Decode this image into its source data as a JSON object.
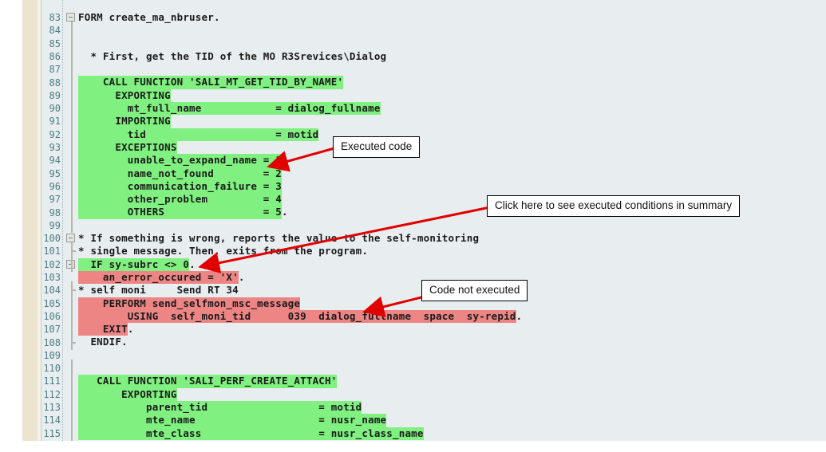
{
  "editor": {
    "name": "abap-code-coverage-view",
    "first_line_number": 83,
    "colors": {
      "executed": "#80f080",
      "not_executed": "#ee8585",
      "background": "#e8eef0",
      "gutter_text": "#4c7c84",
      "marker_strip": "#ece4cf"
    },
    "lines": [
      {
        "num": "83",
        "fold": "box",
        "segments": [
          {
            "text": "FORM create_ma_nbruser.",
            "hl": "none"
          }
        ]
      },
      {
        "num": "84",
        "fold": "spine",
        "segments": [
          {
            "text": "",
            "hl": "none"
          }
        ]
      },
      {
        "num": "85",
        "fold": "spine",
        "segments": [
          {
            "text": "",
            "hl": "none"
          }
        ]
      },
      {
        "num": "86",
        "fold": "spine",
        "segments": [
          {
            "text": "  * First, get the TID of the MO R3Srevices\\Dialog",
            "hl": "none"
          }
        ]
      },
      {
        "num": "87",
        "fold": "spine",
        "segments": [
          {
            "text": "",
            "hl": "none"
          }
        ]
      },
      {
        "num": "88",
        "fold": "spine",
        "segments": [
          {
            "text": "    CALL FUNCTION 'SALI_MT_GET_TID_BY_NAME'",
            "hl": "green"
          }
        ]
      },
      {
        "num": "89",
        "fold": "spine",
        "segments": [
          {
            "text": "      EXPORTING",
            "hl": "green"
          }
        ]
      },
      {
        "num": "90",
        "fold": "spine",
        "segments": [
          {
            "text": "        mt_full_name            = dialog_fullname",
            "hl": "green"
          }
        ]
      },
      {
        "num": "91",
        "fold": "spine",
        "segments": [
          {
            "text": "      IMPORTING",
            "hl": "green"
          }
        ]
      },
      {
        "num": "92",
        "fold": "spine",
        "segments": [
          {
            "text": "        tid                     = motid",
            "hl": "green"
          }
        ]
      },
      {
        "num": "93",
        "fold": "spine",
        "segments": [
          {
            "text": "      EXCEPTIONS",
            "hl": "green"
          }
        ]
      },
      {
        "num": "94",
        "fold": "spine",
        "segments": [
          {
            "text": "        unable_to_expand_name = 1",
            "hl": "green"
          }
        ]
      },
      {
        "num": "95",
        "fold": "spine",
        "segments": [
          {
            "text": "        name_not_found        = 2",
            "hl": "green"
          }
        ]
      },
      {
        "num": "96",
        "fold": "spine",
        "segments": [
          {
            "text": "        communication_failure = 3",
            "hl": "green"
          }
        ]
      },
      {
        "num": "97",
        "fold": "spine",
        "segments": [
          {
            "text": "        other_problem         = 4",
            "hl": "green"
          }
        ]
      },
      {
        "num": "98",
        "fold": "spine",
        "segments": [
          {
            "text": "        OTHERS                = 5",
            "hl": "green"
          },
          {
            "text": ".",
            "hl": "none"
          }
        ]
      },
      {
        "num": "99",
        "fold": "spine",
        "segments": [
          {
            "text": "",
            "hl": "none"
          }
        ]
      },
      {
        "num": "100",
        "fold": "box",
        "segments": [
          {
            "text": "* If something is wrong, reports the value to the self-monitoring",
            "hl": "none"
          }
        ]
      },
      {
        "num": "101",
        "fold": "tick",
        "segments": [
          {
            "text": "* single message. Then, exits from the program.",
            "hl": "none"
          }
        ]
      },
      {
        "num": "102",
        "fold": "box",
        "segments": [
          {
            "text": "  IF sy-subrc <> 0",
            "hl": "green"
          },
          {
            "text": ".",
            "hl": "none"
          }
        ]
      },
      {
        "num": "103",
        "fold": "spine",
        "segments": [
          {
            "text": "    an_error_occured = 'X'",
            "hl": "red"
          },
          {
            "text": ".",
            "hl": "none"
          }
        ]
      },
      {
        "num": "104",
        "fold": "tick",
        "segments": [
          {
            "text": "* self moni     Send RT 34",
            "hl": "none"
          }
        ]
      },
      {
        "num": "105",
        "fold": "spine",
        "segments": [
          {
            "text": "    PERFORM send_selfmon_msc_message",
            "hl": "red"
          }
        ]
      },
      {
        "num": "106",
        "fold": "spine",
        "segments": [
          {
            "text": "        USING  self_moni_tid      039  dialog_fullname  space  sy-repid",
            "hl": "red"
          },
          {
            "text": ".",
            "hl": "none"
          }
        ]
      },
      {
        "num": "107",
        "fold": "spine",
        "segments": [
          {
            "text": "    EXIT",
            "hl": "red"
          },
          {
            "text": ".",
            "hl": "none"
          }
        ]
      },
      {
        "num": "108",
        "fold": "tick",
        "segments": [
          {
            "text": "  ENDIF.",
            "hl": "none"
          }
        ]
      },
      {
        "num": "109",
        "fold": "spine",
        "segments": [
          {
            "text": "",
            "hl": "none"
          }
        ]
      },
      {
        "num": "110",
        "fold": "spine",
        "segments": [
          {
            "text": "",
            "hl": "none"
          }
        ]
      },
      {
        "num": "111",
        "fold": "spine",
        "segments": [
          {
            "text": "   CALL FUNCTION 'SALI_PERF_CREATE_ATTACH'",
            "hl": "green"
          }
        ]
      },
      {
        "num": "112",
        "fold": "spine",
        "segments": [
          {
            "text": "       EXPORTING",
            "hl": "green"
          }
        ]
      },
      {
        "num": "113",
        "fold": "spine",
        "segments": [
          {
            "text": "           parent_tid                  = motid",
            "hl": "green"
          }
        ]
      },
      {
        "num": "114",
        "fold": "spine",
        "segments": [
          {
            "text": "           mte_name                    = nusr_name",
            "hl": "green"
          }
        ]
      },
      {
        "num": "115",
        "fold": "spine",
        "segments": [
          {
            "text": "           mte_class                   = nusr_class_name",
            "hl": "green"
          }
        ]
      }
    ]
  },
  "annotations": [
    {
      "id": "executed-code",
      "label": "Executed code"
    },
    {
      "id": "executed-conditions",
      "label": "Click here to see executed conditions in summary"
    },
    {
      "id": "code-not-executed",
      "label": "Code not executed"
    }
  ]
}
